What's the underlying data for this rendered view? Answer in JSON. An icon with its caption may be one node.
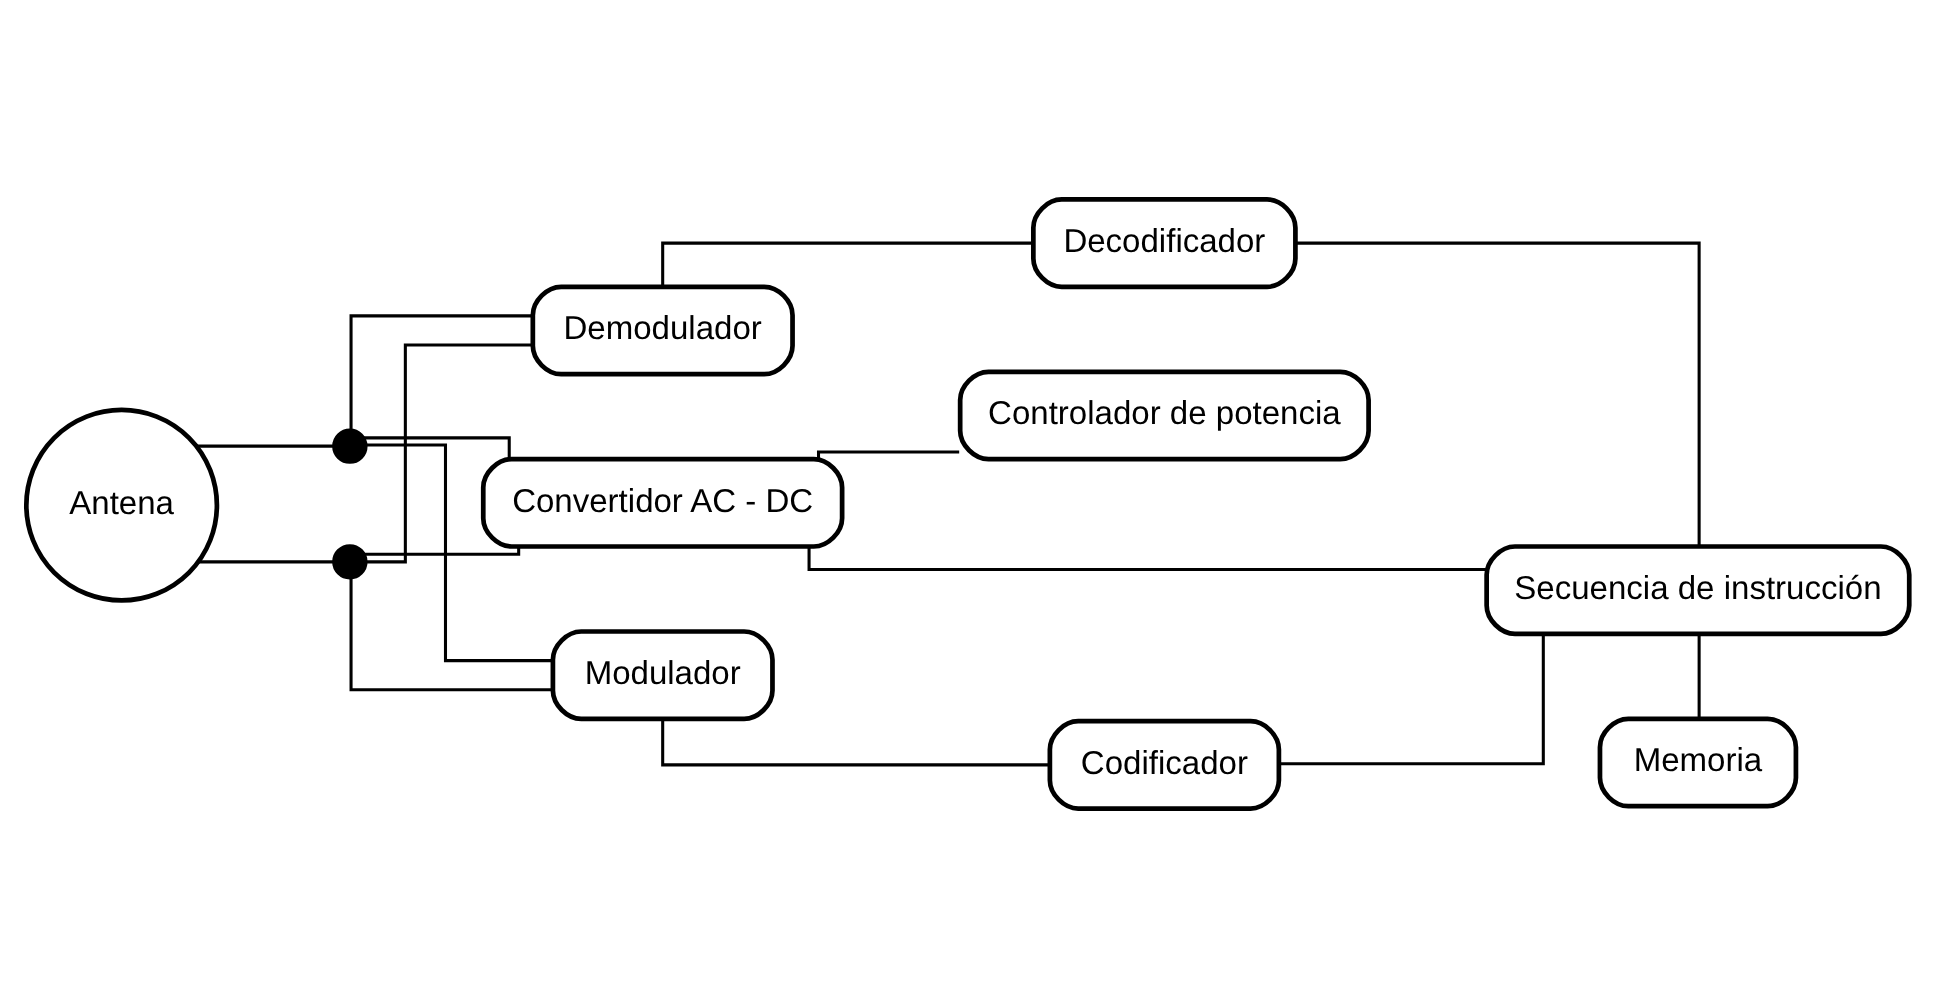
{
  "diagram": {
    "nodes": [
      {
        "text": [
          "Demodulador"
        ]
      },
      {
        "text": [
          "Decodificador"
        ]
      },
      {
        "text": [
          "Secuencia de instrucción"
        ]
      },
      {
        "text": [
          "Antena"
        ]
      },
      {
        "text": [],
        "shape": "circle"
      },
      {
        "text": [
          "Convertidor AC - DC"
        ]
      },
      {
        "text": [
          "Controlador de potencia"
        ]
      },
      {
        "text": [],
        "shape": "circle"
      },
      {
        "text": [
          "Modulador"
        ]
      },
      {
        "text": [
          "Codificador"
        ]
      },
      {
        "text": [
          "Memoria"
        ]
      }
    ],
    "edges": [
      {
        "from": 3,
        "to": 4,
        "arrow": "none"
      },
      {
        "from": 3,
        "to": 7,
        "arrow": "none"
      },
      {
        "from": 4,
        "to": 0,
        "arrow": "none"
      },
      {
        "from": 4,
        "to": 5,
        "arrow": "none"
      },
      {
        "from": 4,
        "to": 8,
        "arrow": "none"
      },
      {
        "from": 7,
        "to": 0,
        "arrow": "none"
      },
      {
        "from": 7,
        "to": 5,
        "arrow": "none"
      },
      {
        "from": 7,
        "to": 8,
        "arrow": "none"
      },
      {
        "from": 0,
        "to": 1,
        "arrow": "none"
      },
      {
        "from": 1,
        "to": 2,
        "arrow": "none"
      },
      {
        "from": 2,
        "to": 5,
        "arrow": "none"
      },
      {
        "from": 5,
        "to": 6,
        "arrow": "none"
      },
      {
        "from": 2,
        "to": 9,
        "arrow": "none"
      },
      {
        "from": 2,
        "to": 10,
        "arrow": "none"
      },
      {
        "from": 8,
        "to": 9,
        "arrow": "none"
      }
    ]
  }
}
